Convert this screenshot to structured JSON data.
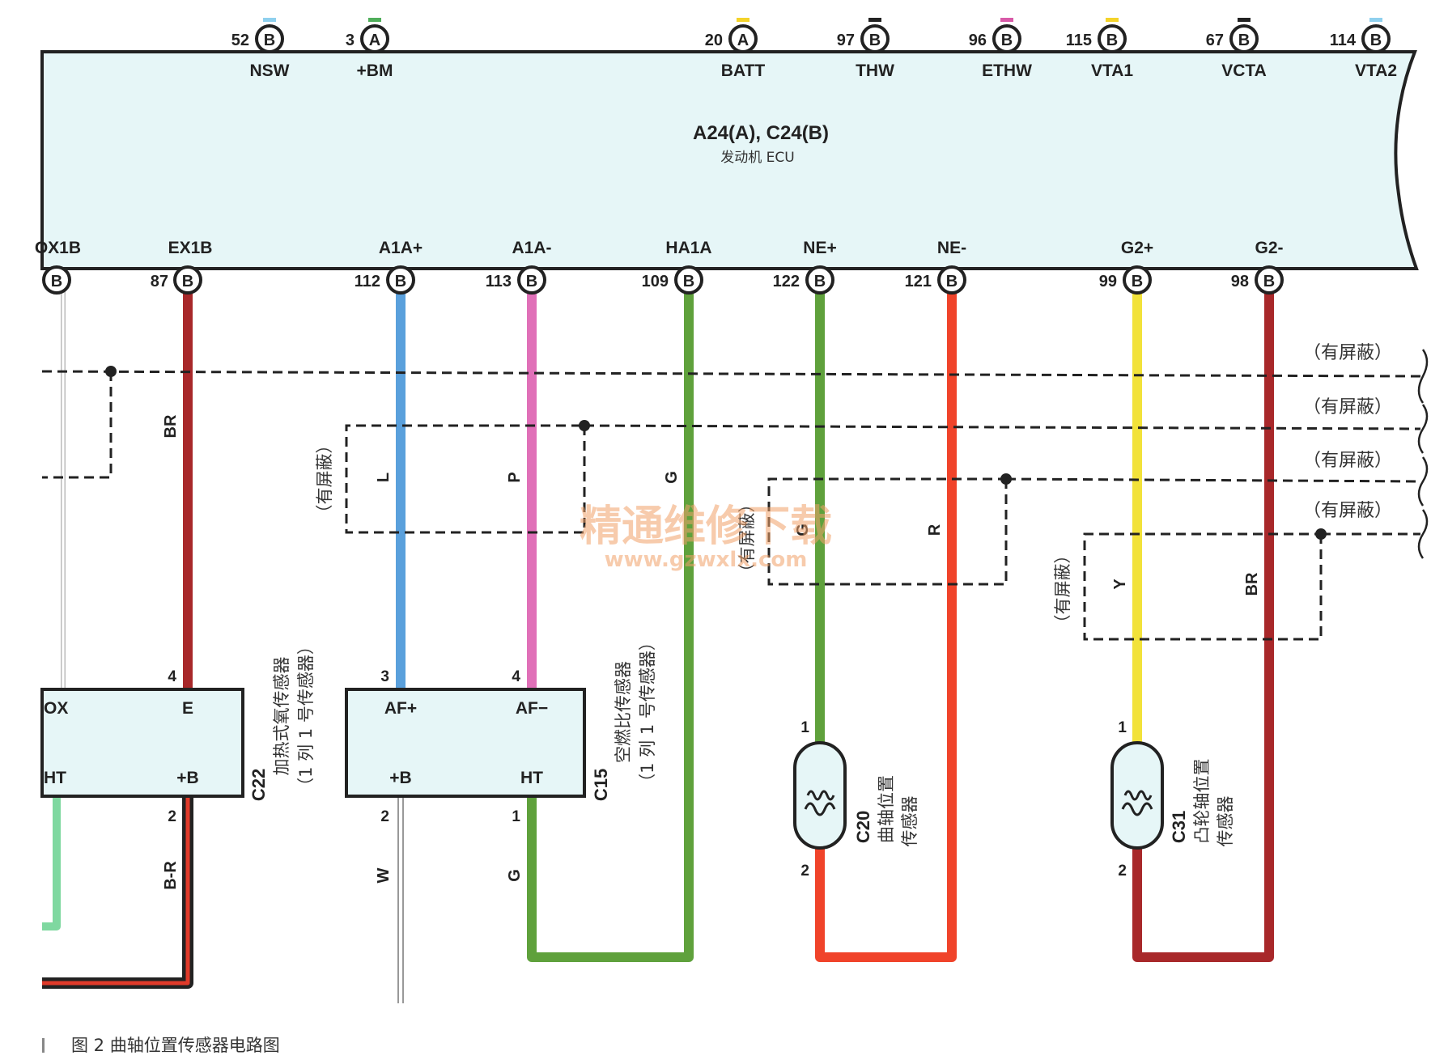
{
  "ecu": {
    "title": "A24(A), C24(B)",
    "subtitle": "发动机 ECU",
    "bg_color": "#e6f6f7",
    "top_pins": [
      {
        "num": "52",
        "conn": "B",
        "name": "NSW",
        "color": "#8fd0ee"
      },
      {
        "num": "3",
        "conn": "A",
        "name": "+BM",
        "color": "#4fae5a"
      },
      {
        "num": "20",
        "conn": "A",
        "name": "BATT",
        "color": "#f4d32a"
      },
      {
        "num": "97",
        "conn": "B",
        "name": "THW",
        "color": "#222222"
      },
      {
        "num": "96",
        "conn": "B",
        "name": "ETHW",
        "color": "#d85aa8"
      },
      {
        "num": "115",
        "conn": "B",
        "name": "VTA1",
        "color": "#f4d32a"
      },
      {
        "num": "67",
        "conn": "B",
        "name": "VCTA",
        "color": "#222222"
      },
      {
        "num": "114",
        "conn": "B",
        "name": "VTA2",
        "color": "#8fd0ee"
      }
    ],
    "bottom_pins": [
      {
        "num": "",
        "conn": "B",
        "name": "OX1B"
      },
      {
        "num": "87",
        "conn": "B",
        "name": "EX1B"
      },
      {
        "num": "112",
        "conn": "B",
        "name": "A1A+"
      },
      {
        "num": "113",
        "conn": "B",
        "name": "A1A-"
      },
      {
        "num": "109",
        "conn": "B",
        "name": "HA1A"
      },
      {
        "num": "122",
        "conn": "B",
        "name": "NE+"
      },
      {
        "num": "121",
        "conn": "B",
        "name": "NE-"
      },
      {
        "num": "99",
        "conn": "B",
        "name": "G2+"
      },
      {
        "num": "98",
        "conn": "B",
        "name": "G2-"
      }
    ]
  },
  "wires": {
    "ex1b": {
      "code": "BR",
      "color": "#a8282a"
    },
    "a1a_plus": {
      "code": "L",
      "color": "#5aa0dc"
    },
    "a1a_minus": {
      "code": "P",
      "color": "#e070b8"
    },
    "ha1a": {
      "code": "G",
      "color": "#5fa13c"
    },
    "ne_plus": {
      "code": "G",
      "color": "#5fa13c"
    },
    "ne_minus": {
      "code": "R",
      "color": "#f0432a"
    },
    "g2_plus": {
      "code": "Y",
      "color": "#f2e23a"
    },
    "g2_minus": {
      "code": "BR",
      "color": "#a8282a"
    },
    "c22_b": {
      "code": "B-R"
    },
    "c15_b": {
      "code": "W"
    },
    "c15_ht": {
      "code": "G"
    }
  },
  "shield_labels": [
    "（有屏蔽）",
    "（有屏蔽）",
    "（有屏蔽）",
    "（有屏蔽）"
  ],
  "shield_vertical": "（有屏蔽）",
  "c22": {
    "id": "C22",
    "name_line1": "加热式氧传感器",
    "name_line2": "（1 列 1 号传感器）",
    "pin_ox": "OX",
    "pin_e": "E",
    "pin_ht": "HT",
    "pin_b": "+B",
    "num_e": "4",
    "num_b": "2"
  },
  "c15": {
    "id": "C15",
    "name_line1": "空燃比传感器",
    "name_line2": "（1 列 1 号传感器）",
    "pin_afp": "AF+",
    "pin_afm": "AF−",
    "pin_b": "+B",
    "pin_ht": "HT",
    "num_afp": "3",
    "num_afm": "4",
    "num_b": "2",
    "num_ht": "1"
  },
  "c20": {
    "id": "C20",
    "name_line1": "曲轴位置",
    "name_line2": "传感器",
    "num_top": "1",
    "num_bottom": "2"
  },
  "c31": {
    "id": "C31",
    "name_line1": "凸轮轴位置",
    "name_line2": "传感器",
    "num_top": "1",
    "num_bottom": "2"
  },
  "watermark": {
    "line1": "精通维修下载",
    "line2": "www.gzwxlx.com"
  },
  "caption": "图 2   曲轴位置传感器电路图"
}
